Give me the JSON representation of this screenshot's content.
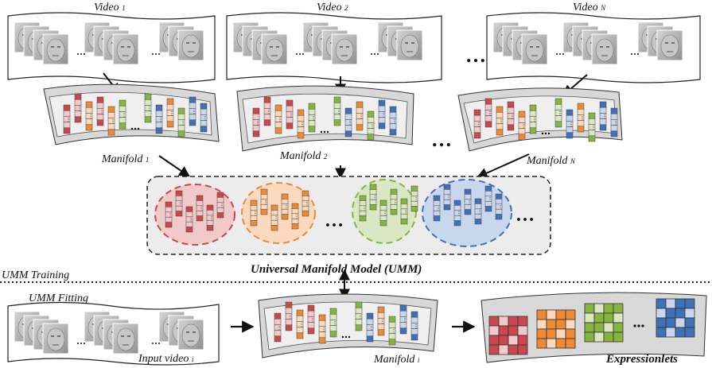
{
  "videos": [
    {
      "title": "Video",
      "sub": "1"
    },
    {
      "title": "Video",
      "sub": "2"
    },
    {
      "title": "Video",
      "sub": "N"
    }
  ],
  "manifolds": [
    {
      "title": "Manifold",
      "sub": "1"
    },
    {
      "title": "Manifold",
      "sub": "2"
    },
    {
      "title": "Manifold",
      "sub": "N"
    }
  ],
  "umm_title": "Universal Manifold Model (UMM)",
  "section_training": "UMM Training",
  "section_fitting": "UMM Fitting",
  "input_video": {
    "title": "Input video",
    "sub": "i"
  },
  "manifold_i": {
    "title": "Manifold",
    "sub": "i"
  },
  "expressionlets": "Expressionlets",
  "ellipsis": "…",
  "cluster_colors": [
    "#c9474e",
    "#ef8a34",
    "#86b43f",
    "#3f71b8"
  ],
  "cluster_fills": [
    "#f1c9c9",
    "#fad9bd",
    "#d9e8c2",
    "#c9d7ec"
  ]
}
